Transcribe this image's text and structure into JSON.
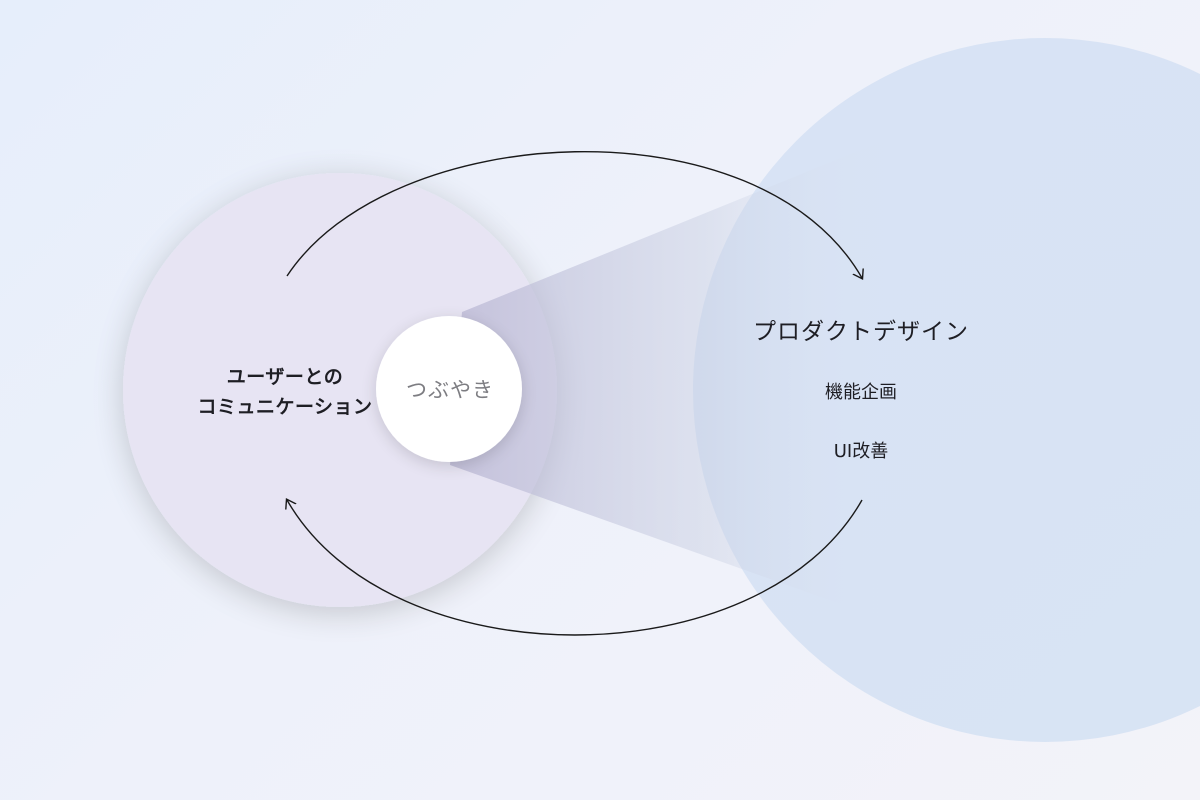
{
  "diagram": {
    "left_node": {
      "line1": "ユーザーとの",
      "line2": "コミュニケーション"
    },
    "center_node": {
      "label": "つぶやき"
    },
    "right_node": {
      "title": "プロダクトデザイン",
      "items": [
        "機能企画",
        "UI改善"
      ]
    }
  },
  "colors": {
    "left_circle": "#e7e4f3",
    "right_circle": "#d3e1f3",
    "center_circle": "#ffffff",
    "arrow": "#1a1a1a"
  }
}
